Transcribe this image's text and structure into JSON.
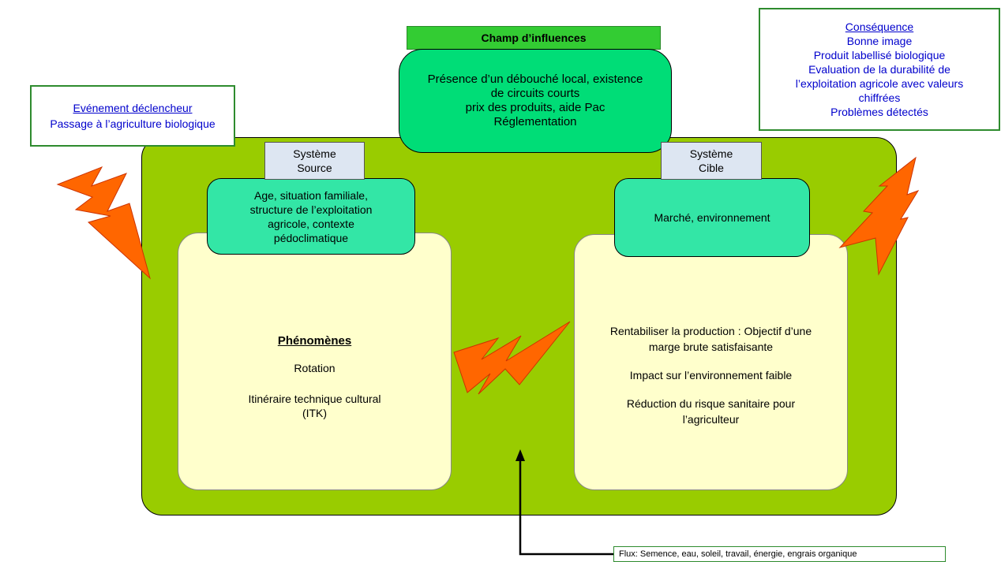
{
  "influence": {
    "header": "Champ d’influences",
    "lines": [
      "Présence d’un débouché local, existence",
      "de circuits courts",
      "prix des produits, aide Pac",
      "Réglementation"
    ]
  },
  "trigger": {
    "title": "Evénement déclencheur",
    "text": "Passage à l’agriculture biologique"
  },
  "consequence": {
    "title": "Conséquence",
    "lines": [
      "Bonne image",
      "Produit labellisé biologique",
      "Evaluation de la durabilité de",
      "l’exploitation agricole avec valeurs",
      "chiffrées",
      "Problèmes détectés"
    ]
  },
  "source_system": {
    "label_line1": "Système",
    "label_line2": "Source",
    "attributes": [
      "Age, situation familiale,",
      "structure de l’exploitation",
      "agricole, contexte",
      "pédoclimatique"
    ]
  },
  "target_system": {
    "label_line1": "Système",
    "label_line2": "Cible",
    "attributes": "Marché, environnement"
  },
  "phenomena": {
    "title": "Phénomènes",
    "item1": "Rotation",
    "item2_line1": "Itinéraire technique cultural",
    "item2_line2": "(ITK)"
  },
  "objectives": {
    "item1_line1": "Rentabiliser la production : Objectif d’une",
    "item1_line2": "marge brute satisfaisante",
    "item2": "Impact sur l’environnement faible",
    "item3_line1": "Réduction du risque sanitaire pour",
    "item3_line2": "l’agriculteur"
  },
  "flux": {
    "text": "Flux: Semence, eau, soleil, travail, énergie, engrais organique"
  },
  "colors": {
    "system_green": "#99cc00",
    "influence_green": "#00dd77",
    "teal": "#33e6a6",
    "cream": "#ffffcc",
    "lightning": "#ff6600",
    "link_blue": "#0000cc"
  }
}
